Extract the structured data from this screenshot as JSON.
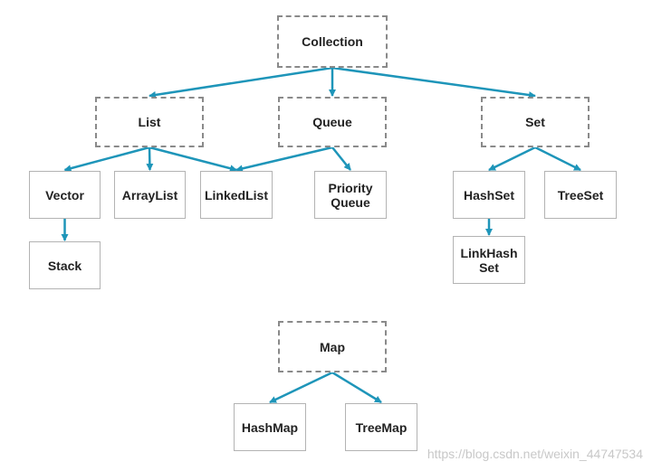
{
  "diagram": {
    "edge_color": "#1e95b9",
    "nodes": {
      "collection": "Collection",
      "list": "List",
      "queue": "Queue",
      "set": "Set",
      "vector": "Vector",
      "arraylist": "ArrayList",
      "linkedlist": "LinkedList",
      "priority_queue": "Priority\nQueue",
      "hashset": "HashSet",
      "treeset": "TreeSet",
      "stack": "Stack",
      "linkhashset": "LinkHash\nSet",
      "map": "Map",
      "hashmap": "HashMap",
      "treemap": "TreeMap"
    },
    "edges": [
      [
        "collection",
        "list"
      ],
      [
        "collection",
        "queue"
      ],
      [
        "collection",
        "set"
      ],
      [
        "list",
        "vector"
      ],
      [
        "list",
        "arraylist"
      ],
      [
        "list",
        "linkedlist"
      ],
      [
        "queue",
        "linkedlist"
      ],
      [
        "queue",
        "priority_queue"
      ],
      [
        "set",
        "hashset"
      ],
      [
        "set",
        "treeset"
      ],
      [
        "vector",
        "stack"
      ],
      [
        "hashset",
        "linkhashset"
      ],
      [
        "map",
        "hashmap"
      ],
      [
        "map",
        "treemap"
      ]
    ]
  },
  "watermark": "https://blog.csdn.net/weixin_44747534"
}
